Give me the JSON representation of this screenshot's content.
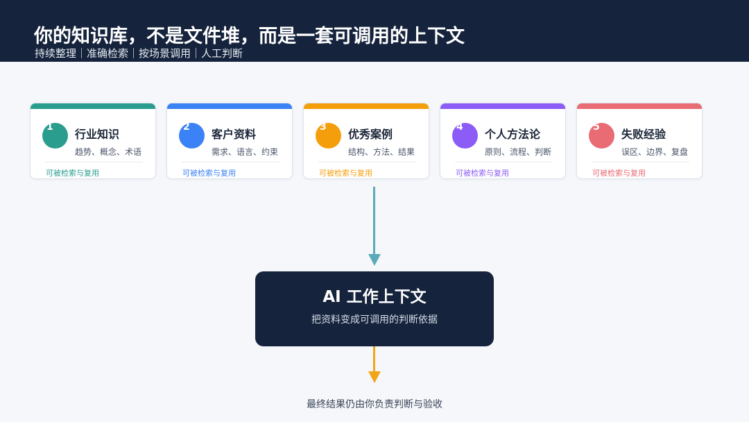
{
  "header": {
    "title": "你的知识库，不是文件堆，而是一套可调用的上下文",
    "subtitle": "持续整理｜准确检索｜按场景调用｜人工判断"
  },
  "cards": [
    {
      "number": "1",
      "title": "行业知识",
      "desc": "趋势、概念、术语",
      "tag": "可被检索与复用",
      "color": "#2a9d8f"
    },
    {
      "number": "2",
      "title": "客户资料",
      "desc": "需求、语言、约束",
      "tag": "可被检索与复用",
      "color": "#3b82f6"
    },
    {
      "number": "3",
      "title": "优秀案例",
      "desc": "结构、方法、结果",
      "tag": "可被检索与复用",
      "color": "#f59e0b"
    },
    {
      "number": "4",
      "title": "个人方法论",
      "desc": "原则、流程、判断",
      "tag": "可被检索与复用",
      "color": "#8b5cf6"
    },
    {
      "number": "5",
      "title": "失败经验",
      "desc": "误区、边界、复盘",
      "tag": "可被检索与复用",
      "color": "#e96b74"
    }
  ],
  "center": {
    "title": "AI 工作上下文",
    "subtitle": "把资料变成可调用的判断依据"
  },
  "footer": {
    "text": "最终结果仍由你负责判断与验收"
  },
  "colors": {
    "header_bg": "#15233c",
    "arrow_top": "#5aaab8",
    "arrow_bottom": "#f2a516"
  }
}
